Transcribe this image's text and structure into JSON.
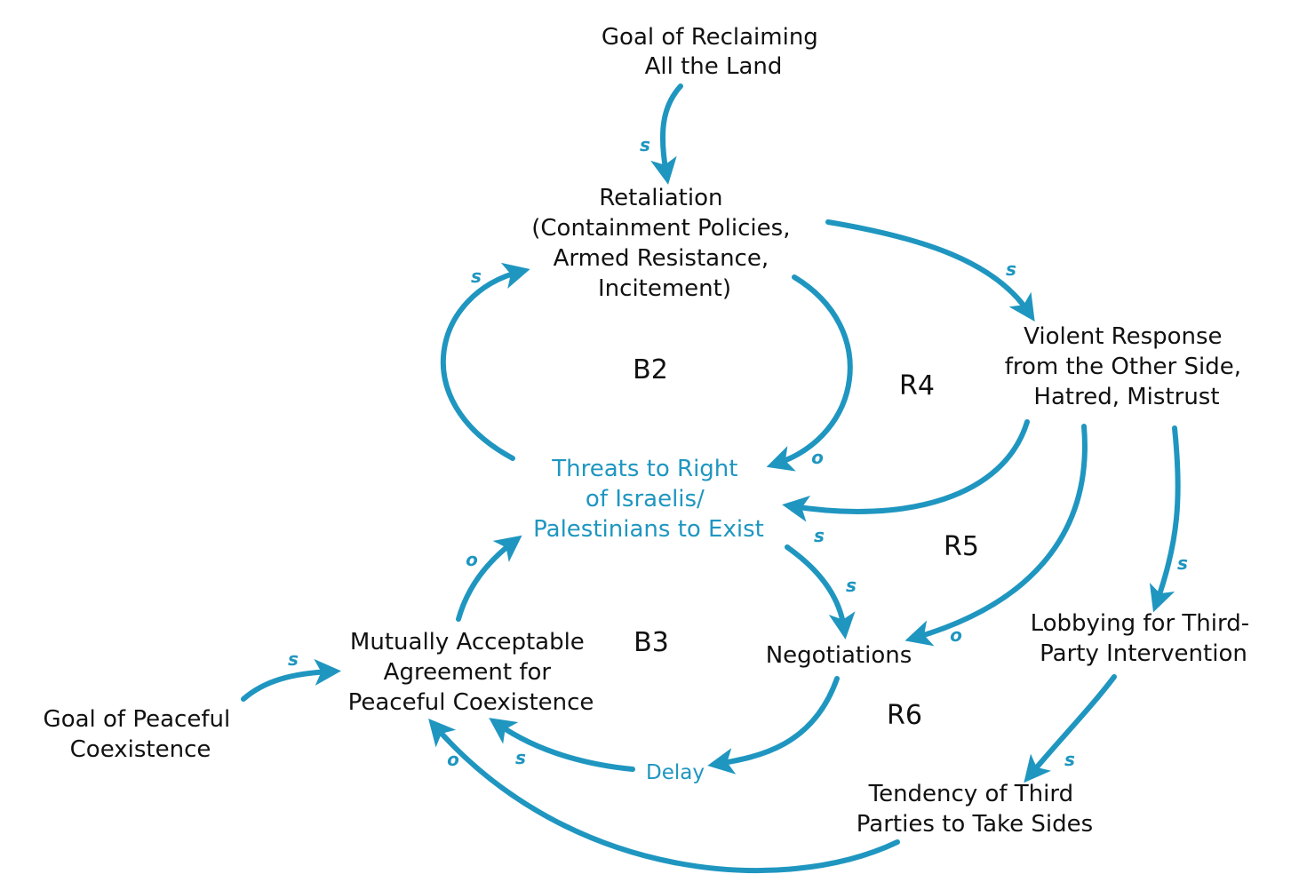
{
  "colors": {
    "accent": "#1f96c0",
    "text": "#111111",
    "background": "#ffffff"
  },
  "nodes": {
    "goal_reclaim": [
      "Goal of Reclaiming",
      "All the Land"
    ],
    "retaliation": [
      "Retaliation",
      "(Containment Policies,",
      "Armed Resistance,",
      "Incitement)"
    ],
    "violent_response": [
      "Violent Response",
      "from the Other Side,",
      "Hatred, Mistrust"
    ],
    "threats": [
      "Threats to Right",
      "of Israelis/",
      "Palestinians to Exist"
    ],
    "negotiations": [
      "Negotiations"
    ],
    "lobbying": [
      "Lobbying for Third-",
      "Party Intervention"
    ],
    "agreement": [
      "Mutually Acceptable",
      "Agreement for",
      "Peaceful Coexistence"
    ],
    "goal_peace": [
      "Goal of Peaceful",
      "Coexistence"
    ],
    "third_parties": [
      "Tendency of Third",
      "Parties to Take Sides"
    ]
  },
  "loops": {
    "b2": "B2",
    "r4": "R4",
    "r5": "R5",
    "b3": "B3",
    "r6": "R6"
  },
  "polarities": {
    "goal_to_retaliation": "s",
    "threats_to_retaliation": "s",
    "retaliation_to_threats": "o",
    "retaliation_to_violent": "s",
    "violent_to_threats": "s",
    "violent_to_negotiations": "o",
    "violent_to_lobbying": "s",
    "threats_to_negotiations": "s",
    "agreement_to_threats": "o",
    "goalpeace_to_agreement": "s",
    "negotiations_to_agreement": "s",
    "lobbying_to_thirdparties": "s",
    "thirdparties_to_agreement": "o"
  },
  "delay_label": "Delay"
}
